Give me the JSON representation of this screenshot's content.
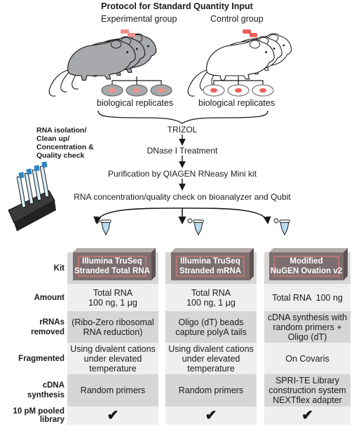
{
  "title": "Protocol for Standard Quantity Input",
  "groups": {
    "experimental": "Experimental group",
    "control": "Control group"
  },
  "replicates_label": "biological replicates",
  "side_note": [
    "RNA isolation/",
    "Clean up/",
    "Concentration &",
    "Quality check"
  ],
  "steps": [
    "TRIZOL",
    "DNase I Treatment",
    "Purification by QIAGEN RNeasy Mini kit",
    "RNA concentration/quality check on bioanalyzer and Qubit"
  ],
  "colors": {
    "mouse_experimental": "#a7a9ac",
    "mouse_control": "#ffffff",
    "dot_experimental": "#f1908a",
    "dot_control": "#f0605a",
    "row_dark": "#d6d6d7",
    "row_light": "#efefef",
    "kit_box": "#7d6f6f"
  },
  "table": {
    "row_labels": {
      "kit": "Kit",
      "amount": "Amount",
      "rrna": [
        "rRNAs",
        "removed"
      ],
      "fragmented": "Fragmented",
      "cdna": [
        "cDNA",
        "synthesis"
      ],
      "pooled": [
        "10 pM pooled",
        "library"
      ]
    },
    "columns": [
      {
        "kit": [
          "Illumina TruSeq",
          "Stranded Total RNA"
        ],
        "amount": [
          "Total RNA",
          "100 ng, 1 μg"
        ],
        "rrna": [
          "(Ribo-Zero ribosomal",
          "RNA reduction)"
        ],
        "fragmented": [
          "Using divalent cations",
          "under elevated",
          "temperature"
        ],
        "cdna": [
          "Random primers"
        ],
        "pooled": "✔"
      },
      {
        "kit": [
          "Illumina TruSeq",
          "Stranded mRNA"
        ],
        "amount": [
          "Total RNA",
          "100 ng, 1 μg"
        ],
        "rrna": [
          "Oligo (dT) beads",
          "capture polyA tails"
        ],
        "fragmented": [
          "Using divalent cations",
          "under elevated",
          "temperature"
        ],
        "cdna": [
          "Random primers"
        ],
        "pooled": "✔"
      },
      {
        "kit": [
          "Modified",
          "NuGEN Ovation v2"
        ],
        "amount": [
          "Total RNA  100 ng"
        ],
        "rrna": [
          "cDNA synthesis with",
          "random primers +",
          "Oligo (dT)"
        ],
        "fragmented": [
          "On Covaris"
        ],
        "cdna": [
          "SPRI-TE Library",
          "construction system",
          "NEXTflex adapter"
        ],
        "pooled": "✔"
      }
    ]
  }
}
